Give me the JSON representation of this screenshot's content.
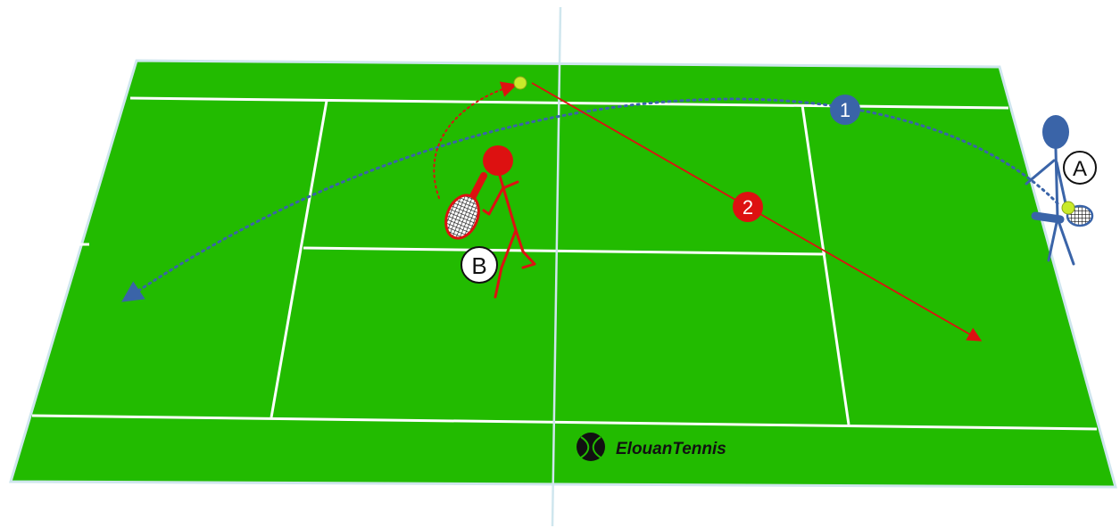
{
  "colors": {
    "court": "#22bb00",
    "court_border": "#cfe6ee",
    "lines": "#ffffff",
    "net": "#cfe6ee",
    "player_a": "#3a64a8",
    "player_b": "#dd1111",
    "ball": "#c9ea2a",
    "shot_1": "#3a64a8",
    "shot_2": "#dd1111"
  },
  "players": {
    "a": {
      "label": "A",
      "icon": "stick-figure-player-icon"
    },
    "b": {
      "label": "B",
      "icon": "stick-figure-player-icon"
    }
  },
  "shots": {
    "one": {
      "number": "1",
      "style": "dotted-arc"
    },
    "two": {
      "number": "2",
      "style": "solid-line"
    }
  },
  "brand": {
    "name": "ElouanTennis",
    "icon": "tennis-ball-icon"
  }
}
